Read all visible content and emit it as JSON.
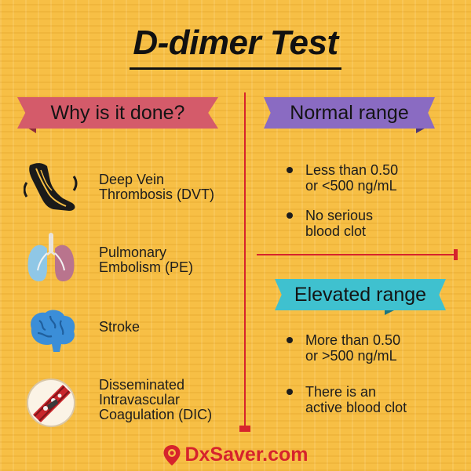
{
  "title": "D-dimer Test",
  "left_section": {
    "heading": "Why is it done?",
    "items": [
      {
        "icon": "leg-veins-icon",
        "line1": "Deep Vein",
        "line2": "Thrombosis (DVT)",
        "line3": ""
      },
      {
        "icon": "lungs-icon",
        "line1": "Pulmonary",
        "line2": "Embolism (PE)",
        "line3": ""
      },
      {
        "icon": "brain-icon",
        "line1": "Stroke",
        "line2": "",
        "line3": ""
      },
      {
        "icon": "blood-vessel-clot-icon",
        "line1": "Disseminated",
        "line2": "Intravascular",
        "line3": "Coagulation (DIC)"
      }
    ]
  },
  "normal_section": {
    "heading": "Normal range",
    "bullets": [
      {
        "line1": "Less than 0.50",
        "line2": "or <500 ng/mL"
      },
      {
        "line1": "No serious",
        "line2": "blood clot"
      }
    ]
  },
  "elevated_section": {
    "heading": "Elevated range",
    "bullets": [
      {
        "line1": "More than 0.50",
        "line2": "or >500 ng/mL"
      },
      {
        "line1": "There is an",
        "line2": "active blood clot"
      }
    ]
  },
  "footer": {
    "logo_icon": "location-pin-icon",
    "brand": "DxSaver.com"
  },
  "colors": {
    "background": "#f7bf45",
    "why_banner": "#d45b6a",
    "normal_banner": "#8a6bc2",
    "elevated_banner": "#3fc1cf",
    "divider": "#d6232c",
    "brand": "#d6232c"
  }
}
